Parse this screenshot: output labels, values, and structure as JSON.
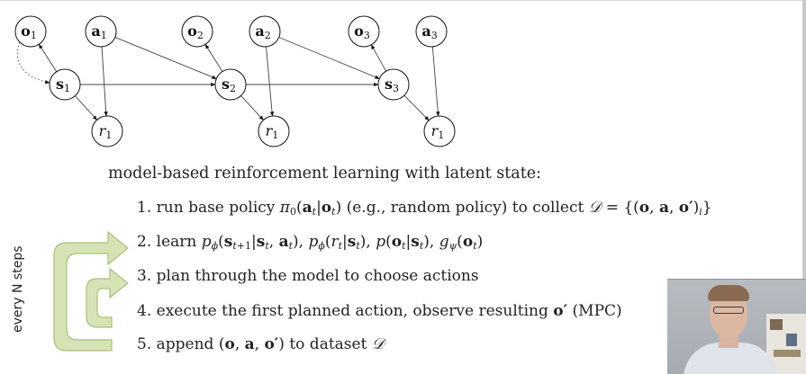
{
  "diagram": {
    "nodes": [
      {
        "id": "o1",
        "base": "o",
        "sub": "1",
        "bold": true
      },
      {
        "id": "a1",
        "base": "a",
        "sub": "1",
        "bold": true
      },
      {
        "id": "s1",
        "base": "s",
        "sub": "1",
        "bold": true
      },
      {
        "id": "r1a",
        "base": "r",
        "sub": "1",
        "bold": false
      },
      {
        "id": "o2",
        "base": "o",
        "sub": "2",
        "bold": true
      },
      {
        "id": "a2",
        "base": "a",
        "sub": "2",
        "bold": true
      },
      {
        "id": "s2",
        "base": "s",
        "sub": "2",
        "bold": true
      },
      {
        "id": "r1b",
        "base": "r",
        "sub": "1",
        "bold": false
      },
      {
        "id": "o3",
        "base": "o",
        "sub": "3",
        "bold": true
      },
      {
        "id": "a3",
        "base": "a",
        "sub": "3",
        "bold": true
      },
      {
        "id": "s3",
        "base": "s",
        "sub": "3",
        "bold": true
      },
      {
        "id": "r1c",
        "base": "r",
        "sub": "1",
        "bold": false
      }
    ],
    "edges": [
      {
        "from": "s1",
        "to": "o1"
      },
      {
        "from": "a1",
        "to": "s2"
      },
      {
        "from": "s1",
        "to": "s2"
      },
      {
        "from": "s1",
        "to": "r1a"
      },
      {
        "from": "a1",
        "to": "r1a"
      },
      {
        "from": "s2",
        "to": "o2"
      },
      {
        "from": "a2",
        "to": "s3"
      },
      {
        "from": "s2",
        "to": "s3"
      },
      {
        "from": "s2",
        "to": "r1b"
      },
      {
        "from": "a2",
        "to": "r1b"
      },
      {
        "from": "s3",
        "to": "o3"
      },
      {
        "from": "s3",
        "to": "r1c"
      },
      {
        "from": "a3",
        "to": "r1c"
      },
      {
        "from": "o1",
        "to": "s1",
        "style": "dotted"
      }
    ]
  },
  "subtitle": "model-based reinforcement learning with latent state:",
  "steps": [
    {
      "num": "1.",
      "text1": "run base policy ",
      "text2": " (e.g., random policy) to collect "
    },
    {
      "num": "2.",
      "text1": "learn "
    },
    {
      "num": "3.",
      "text1": "plan through the model to choose actions"
    },
    {
      "num": "4.",
      "text1": "execute the first planned action, observe resulting ",
      "text2": " (MPC)"
    },
    {
      "num": "5.",
      "text1": "append ",
      "text2": " to dataset "
    }
  ],
  "loop_label": "every N steps",
  "colors": {
    "arrow_fill": "#d6e4b5",
    "arrow_stroke": "#a9c079"
  }
}
